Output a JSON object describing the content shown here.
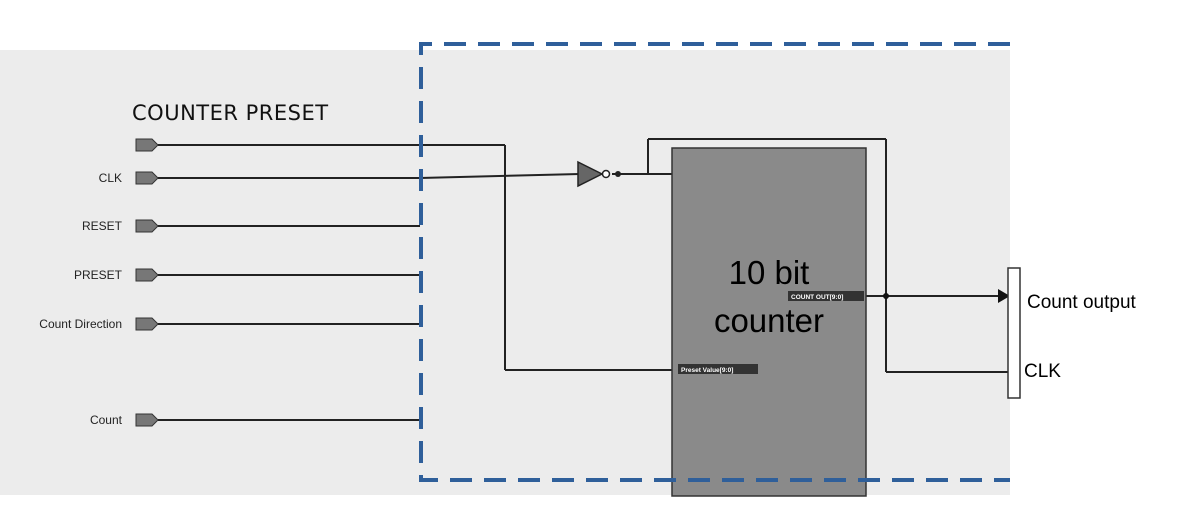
{
  "diagram": {
    "heading": "COUNTER PRESET",
    "inputs": [
      {
        "label": ""
      },
      {
        "label": "CLK"
      },
      {
        "label": "RESET"
      },
      {
        "label": "PRESET"
      },
      {
        "label": "Count Direction"
      },
      {
        "label": "Count"
      }
    ],
    "block": {
      "title_line1": "10 bit",
      "title_line2": "counter",
      "out_port": "COUNT OUT[9:0]",
      "in_port": "Preset Value[9:0]"
    },
    "outputs": {
      "count_output": "Count output",
      "clk": "CLK"
    },
    "colors": {
      "dashed_border": "#2f5f9a",
      "block_fill": "#8a8a8a",
      "background": "#ececec"
    }
  }
}
